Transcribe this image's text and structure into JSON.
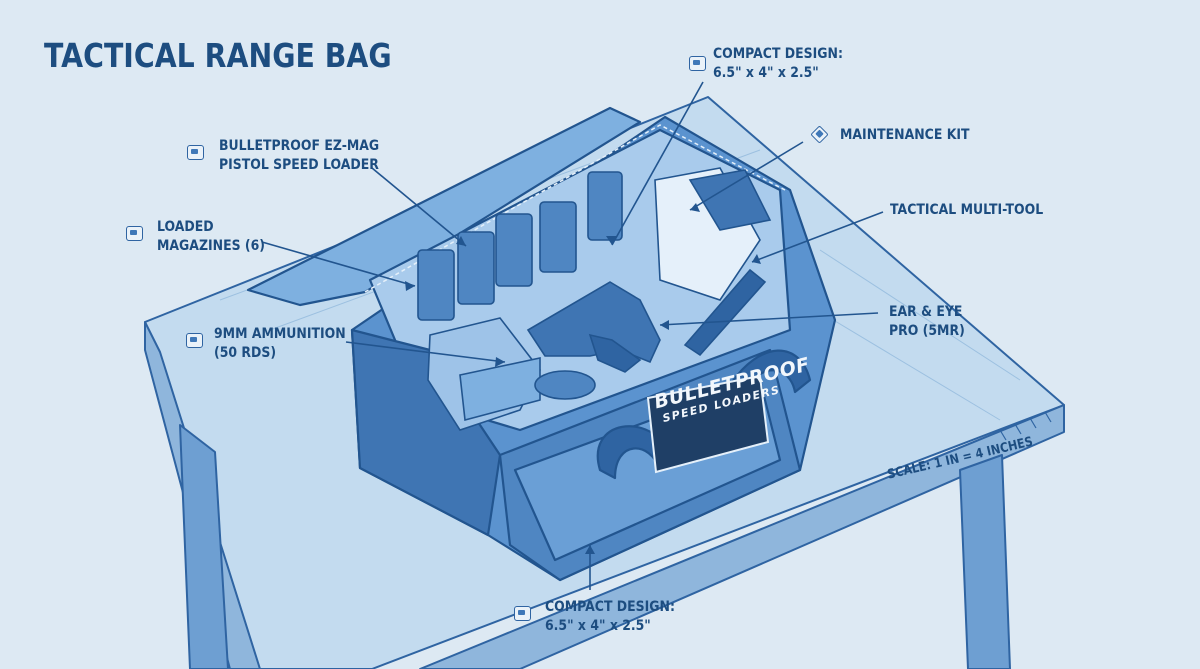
{
  "title": "TACTICAL RANGE BAG",
  "callouts": {
    "compact_top": {
      "line1": "COMPACT DESIGN:",
      "line2": "6.5\" x 4\" x 2.5\"",
      "icon": "ruler-icon"
    },
    "speed_loader": {
      "line1": "BULLETPROOF EZ-MAG",
      "line2": "PISTOL SPEED LOADER",
      "icon": "speed-loader-icon"
    },
    "magazines": {
      "line1": "LOADED",
      "line2": "MAGAZINES (6)",
      "icon": "magazine-icon"
    },
    "maintenance": {
      "line1": "MAINTENANCE KIT",
      "icon": "kit-icon"
    },
    "multitool": {
      "line1": "TACTICAL MULTI-TOOL"
    },
    "ammo": {
      "line1": "9MM AMMUNITION",
      "line2": "(50 RDS)",
      "icon": "ammo-box-icon"
    },
    "ear_eye": {
      "line1": "EAR & EYE",
      "line2": "PRO (5MR)"
    },
    "compact_bottom": {
      "line1": "COMPACT DESIGN:",
      "line2": "6.5\" x 4\" x 2.5\"",
      "icon": "headphones-icon"
    }
  },
  "patch": {
    "brand": "BULLETPROOF",
    "sub": "SPEED LOADERS"
  },
  "scale_note": "SCALE: 1 IN = 4 INCHES",
  "colors": {
    "background": "#dde9f3",
    "ink": "#1d4d80",
    "bag": "#5b93cf",
    "bag_dark": "#2f64a2",
    "table": "#bcd6ec"
  }
}
